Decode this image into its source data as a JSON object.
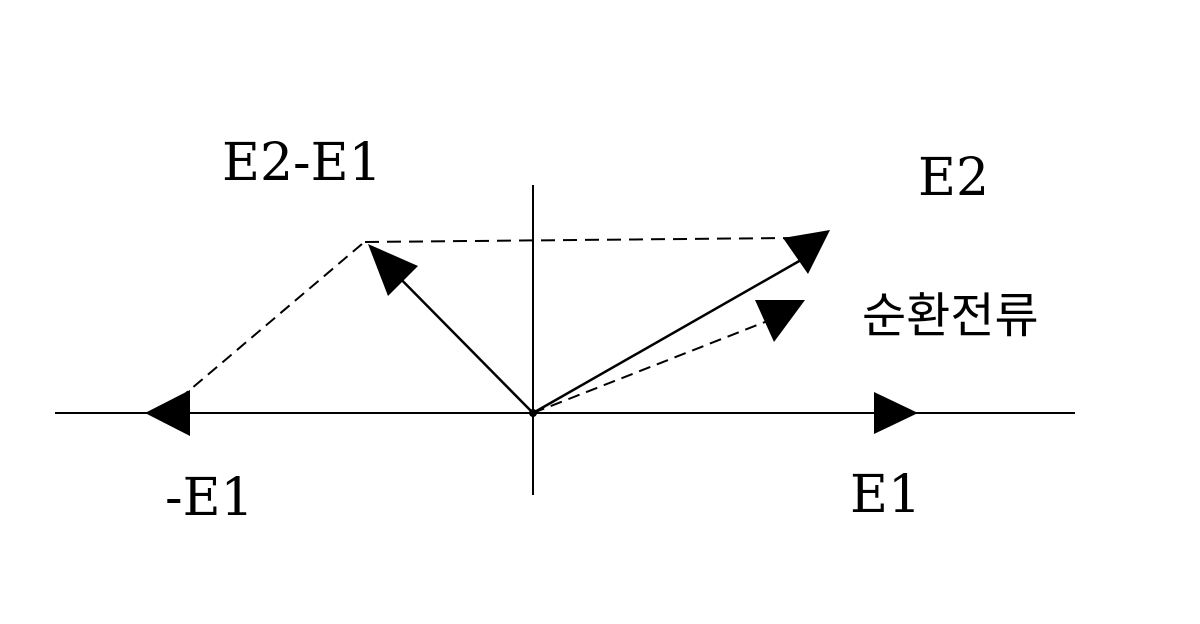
{
  "diagram": {
    "labels": {
      "e2_minus_e1": "E2-E1",
      "e2": "E2",
      "circulating_current": "순환전류",
      "neg_e1": "-E1",
      "e1": "E1"
    },
    "colors": {
      "stroke": "#000000",
      "background": "#ffffff"
    }
  }
}
